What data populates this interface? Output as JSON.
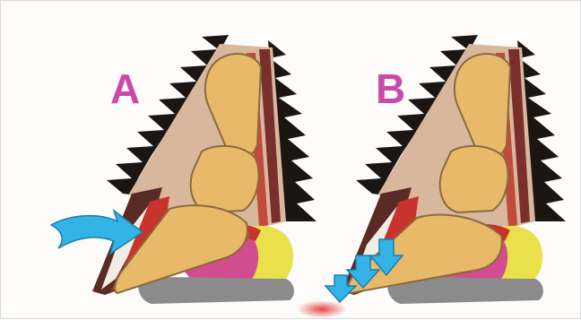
{
  "panels": [
    {
      "id": "a",
      "label": "A",
      "condition": "laminitis-rotation"
    },
    {
      "id": "b",
      "label": "B",
      "condition": "laminitis-sinking"
    }
  ],
  "colors": {
    "label": "#c94aa8",
    "hair": "#1c1613",
    "skin": "#d9b79d",
    "bone": "#e9b96a",
    "bone_outline": "#8a6a3c",
    "hoof_wall": "#5a2b24",
    "laminae": "#c8332d",
    "digital_cushion": "#d24d8f",
    "yellow_cushion": "#e9e04b",
    "sole": "#8b8b8b",
    "arrow": "#33b3e6",
    "bleeding": "#e05050"
  },
  "icons": {
    "rotation_arrow": "curved-arrow-icon",
    "pressure_arrows": "down-arrow-icon"
  }
}
